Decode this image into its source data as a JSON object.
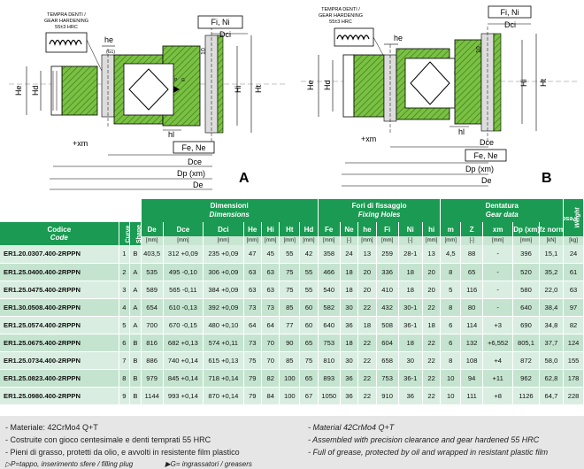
{
  "drawing_a": {
    "hardening_note": [
      "TEMPRA DENTI /",
      "GEAR HARDENING",
      "55±3 HRC"
    ],
    "labels": {
      "fi_ni": "Fi, Ni",
      "dci": "Dci",
      "he": "he",
      "he_big": "He",
      "hd": "Hd",
      "hi": "Hi",
      "ht": "Ht",
      "hl": "hl",
      "xm": "+xm",
      "fe_ne": "Fe, Ne",
      "dce": "Dce",
      "dp": "Dp (xm)",
      "de": "De",
      "dim_10": "10",
      "g1": "(G1)",
      "p": "P",
      "g": "G"
    },
    "letter": "A"
  },
  "drawing_b": {
    "hardening_note": [
      "TEMPRA DENTI /",
      "GEAR HARDENING",
      "55±3 HRC"
    ],
    "labels": {
      "fi_ni": "Fi, Ni",
      "dci": "Dci",
      "he": "he",
      "he_big": "He",
      "hd": "Hd",
      "hi": "Hi",
      "ht": "Ht",
      "hl": "hl",
      "xm": "+xm",
      "fe_ne": "Fe, Ne",
      "dce": "Dce",
      "dp": "Dp (xm)",
      "de": "De",
      "dim_10": "10",
      "p": "P",
      "g": "G"
    },
    "letter": "B"
  },
  "table": {
    "groups": {
      "dimensions": [
        "Dimensioni",
        "Dimensions"
      ],
      "fixing_holes": [
        "Fori di fissaggio",
        "Fixing Holes"
      ],
      "gear": [
        "Dentatura",
        "Gear data"
      ],
      "weight": [
        "Peso",
        "Weight"
      ]
    },
    "code_header": [
      "Codice",
      "Code"
    ],
    "columns": [
      "Curve",
      "Shape",
      "De",
      "Dce",
      "Dci",
      "He",
      "Hi",
      "Ht",
      "Hd",
      "Fe",
      "Ne",
      "he",
      "Fi",
      "Ni",
      "hi",
      "m",
      "Z",
      "xm",
      "Dp (xm)",
      "fz norm"
    ],
    "units": [
      "[mm]",
      "[mm]",
      "[mm]",
      "[mm]",
      "[mm]",
      "[mm]",
      "[mm]",
      "[mm]",
      "[-]",
      "[mm]",
      "[mm]",
      "[-]",
      "[mm]",
      "[mm]",
      "[-]",
      "[mm]",
      "[mm]",
      "[kN]",
      "[kg]"
    ],
    "rows": [
      [
        "ER1.20.0307.400-2RPPN",
        "1",
        "B",
        "403,5",
        "312 +0,09",
        "235 +0,09",
        "47",
        "45",
        "55",
        "42",
        "358",
        "24",
        "13",
        "259",
        "28-1",
        "13",
        "4,5",
        "88",
        "-",
        "396",
        "15,1",
        "24"
      ],
      [
        "ER1.25.0400.400-2RPPN",
        "2",
        "A",
        "535",
        "495 -0,10",
        "306 +0,09",
        "63",
        "63",
        "75",
        "55",
        "466",
        "18",
        "20",
        "336",
        "18",
        "20",
        "8",
        "65",
        "-",
        "520",
        "35,2",
        "61"
      ],
      [
        "ER1.25.0475.400-2RPPN",
        "3",
        "A",
        "589",
        "565 -0,11",
        "384 +0,09",
        "63",
        "63",
        "75",
        "55",
        "540",
        "18",
        "20",
        "410",
        "18",
        "20",
        "5",
        "116",
        "-",
        "580",
        "22,0",
        "63"
      ],
      [
        "ER1.30.0508.400-2RPPN",
        "4",
        "A",
        "654",
        "610 -0,13",
        "392 +0,09",
        "73",
        "73",
        "85",
        "60",
        "582",
        "30",
        "22",
        "432",
        "30-1",
        "22",
        "8",
        "80",
        "-",
        "640",
        "38,4",
        "97"
      ],
      [
        "ER1.25.0574.400-2RPPN",
        "5",
        "A",
        "700",
        "670 -0,15",
        "480 +0,10",
        "64",
        "64",
        "77",
        "60",
        "640",
        "36",
        "18",
        "508",
        "36-1",
        "18",
        "6",
        "114",
        "+3",
        "690",
        "34,8",
        "82"
      ],
      [
        "ER1.25.0675.400-2RPPN",
        "6",
        "B",
        "816",
        "682 +0,13",
        "574 +0,11",
        "73",
        "70",
        "90",
        "65",
        "753",
        "18",
        "22",
        "604",
        "18",
        "22",
        "6",
        "132",
        "+6,552",
        "805,1",
        "37,7",
        "124"
      ],
      [
        "ER1.25.0734.400-2RPPN",
        "7",
        "B",
        "886",
        "740 +0,14",
        "615 +0,13",
        "75",
        "70",
        "85",
        "75",
        "810",
        "30",
        "22",
        "658",
        "30",
        "22",
        "8",
        "108",
        "+4",
        "872",
        "58,0",
        "155"
      ],
      [
        "ER1.25.0823.400-2RPPN",
        "8",
        "B",
        "979",
        "845 +0,14",
        "718 +0,14",
        "79",
        "82",
        "100",
        "65",
        "893",
        "36",
        "22",
        "753",
        "36-1",
        "22",
        "10",
        "94",
        "+11",
        "962",
        "62,8",
        "178"
      ],
      [
        "ER1.25.0980.400-2RPPN",
        "9",
        "B",
        "1144",
        "993 +0,14",
        "870 +0,14",
        "79",
        "84",
        "100",
        "67",
        "1050",
        "36",
        "22",
        "910",
        "36",
        "22",
        "10",
        "111",
        "+8",
        "1126",
        "64,7",
        "228"
      ]
    ]
  },
  "notes": {
    "italian": [
      "- Materiale: 42CrMo4 Q+T",
      "- Costruite con gioco centesimale e denti temprati 55 HRC",
      "- Pieni di grasso, protetti da olio, e avvolti in resistente film plastico"
    ],
    "english": [
      "- Material  42CrMo4 Q+T",
      "- Assembled with precision clearance and gear hardened 55 HRC",
      "- Full of grease, protected by oil and wrapped in resistant plastic film"
    ],
    "legend_p": "▷P=tappo, inserimento sfere / filling plug",
    "legend_g": "▶G= ingrassatori / greasers"
  }
}
